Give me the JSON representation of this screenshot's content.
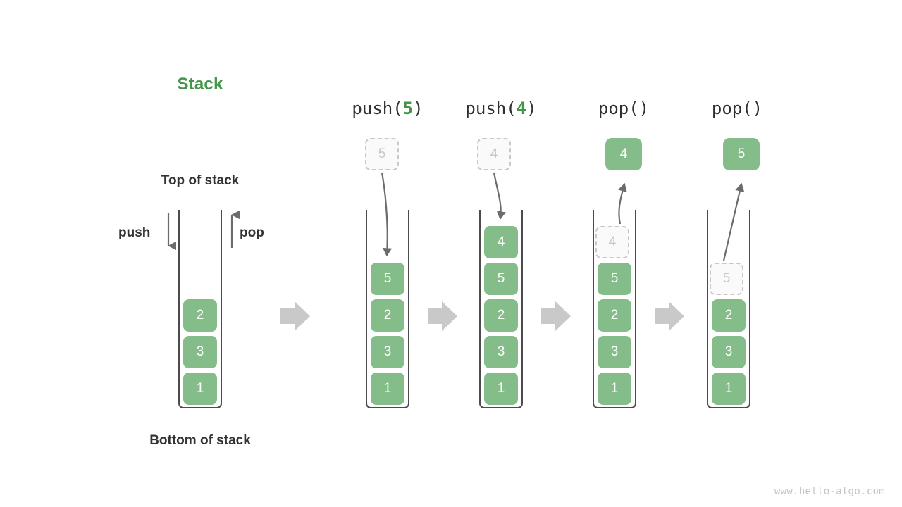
{
  "diagram": {
    "title": "Stack",
    "title_color": "#43954a",
    "box_color": "#84bd8a",
    "ghost_color": "#c6c6c6",
    "arrow_color": "#6b6b6b",
    "separator_color": "#c9c9c9",
    "watermark": "www.hello-algo.com",
    "labels": {
      "top_of_stack": "Top of stack",
      "bottom_of_stack": "Bottom of stack",
      "push": "push",
      "pop": "pop"
    },
    "columns": [
      {
        "id": "initial",
        "header": "",
        "header_op": "",
        "header_arg": "",
        "stack": [
          "2",
          "3",
          "1"
        ],
        "ghost_in_stack": null,
        "incoming_ghost": null,
        "popped_value": null
      },
      {
        "id": "push-5",
        "header_op": "push(",
        "header_arg": "5",
        "header_close": ")",
        "stack": [
          "5",
          "2",
          "3",
          "1"
        ],
        "ghost_in_stack": null,
        "incoming_ghost": "5",
        "popped_value": null
      },
      {
        "id": "push-4",
        "header_op": "push(",
        "header_arg": "4",
        "header_close": ")",
        "stack": [
          "4",
          "5",
          "2",
          "3",
          "1"
        ],
        "ghost_in_stack": null,
        "incoming_ghost": "4",
        "popped_value": null
      },
      {
        "id": "pop-1",
        "header_op": "pop(",
        "header_arg": "",
        "header_close": ")",
        "stack": [
          "5",
          "2",
          "3",
          "1"
        ],
        "ghost_in_stack": "4",
        "incoming_ghost": null,
        "popped_value": "4"
      },
      {
        "id": "pop-2",
        "header_op": "pop(",
        "header_arg": "",
        "header_close": ")",
        "stack": [
          "2",
          "3",
          "1"
        ],
        "ghost_in_stack": "5",
        "incoming_ghost": null,
        "popped_value": "5"
      }
    ]
  }
}
